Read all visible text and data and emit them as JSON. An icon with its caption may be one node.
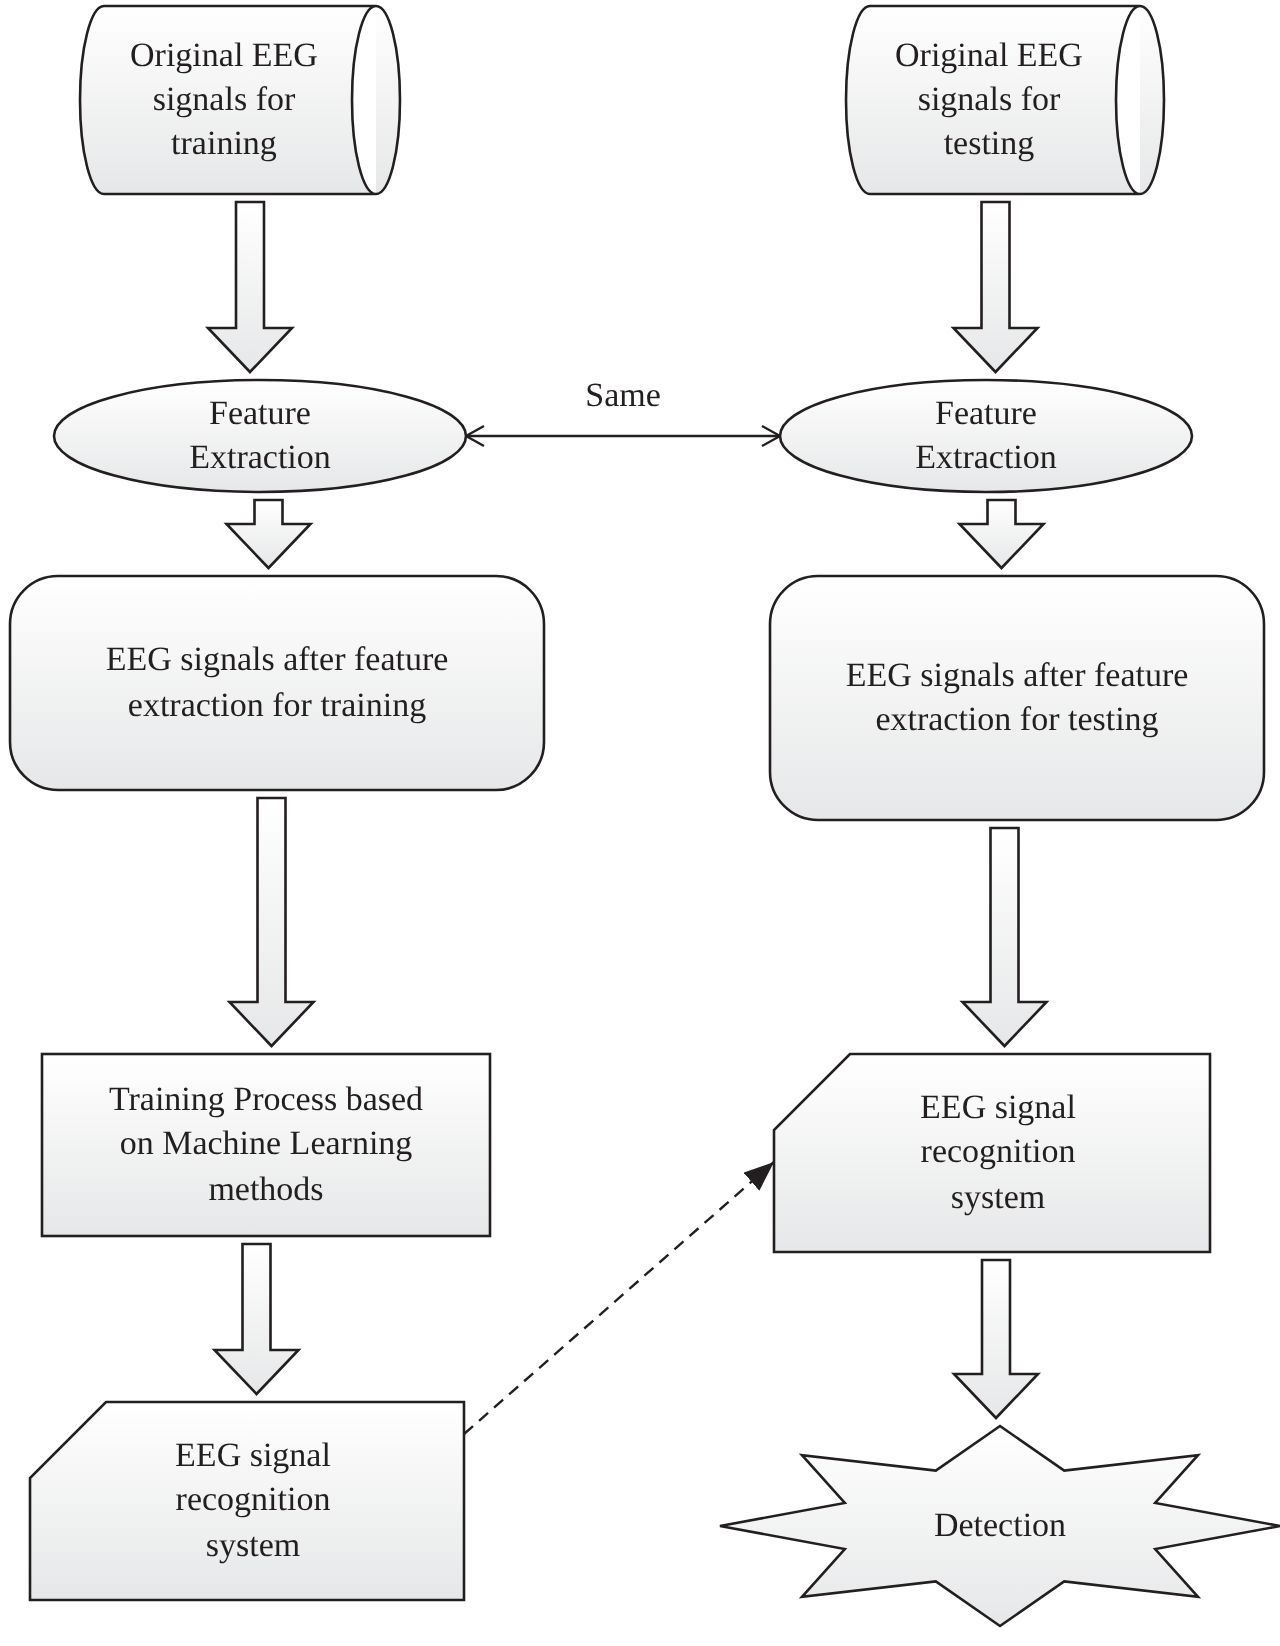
{
  "diagram": {
    "nodes": [
      {
        "text": [
          "Original EEG signals for training"
        ]
      },
      {
        "text": [
          "Original EEG signals for testing"
        ]
      },
      {
        "text": [
          "Feature Extraction"
        ]
      },
      {
        "text": [
          "Feature Extraction"
        ]
      },
      {
        "text": [
          "EEG signals after feature extraction for training"
        ]
      },
      {
        "text": [
          "EEG signals after feature extraction for testing"
        ]
      },
      {
        "text": [
          "Training Process based on Machine Learning methods"
        ]
      },
      {
        "text": [
          "EEG signal recognition system"
        ]
      },
      {
        "text": [
          "EEG signal recognition system"
        ]
      },
      {
        "text": [
          "Detection"
        ]
      }
    ],
    "edges": [
      {
        "from": 0,
        "to": 2,
        "arrow": "to",
        "style": "thick"
      },
      {
        "from": 1,
        "to": 3,
        "arrow": "to",
        "style": "thick"
      },
      {
        "from": 2,
        "to": 3,
        "arrow": "both",
        "label": "Same"
      },
      {
        "from": 2,
        "to": 4,
        "arrow": "to",
        "style": "thick"
      },
      {
        "from": 3,
        "to": 5,
        "arrow": "to",
        "style": "thick"
      },
      {
        "from": 4,
        "to": 6,
        "arrow": "to",
        "style": "thick"
      },
      {
        "from": 5,
        "to": 7,
        "arrow": "to",
        "style": "thick"
      },
      {
        "from": 6,
        "to": 8,
        "arrow": "to",
        "style": "thick"
      },
      {
        "from": 8,
        "to": 7,
        "arrow": "to",
        "style": "dashed"
      },
      {
        "from": 7,
        "to": 9,
        "arrow": "to",
        "style": "thick"
      }
    ]
  }
}
